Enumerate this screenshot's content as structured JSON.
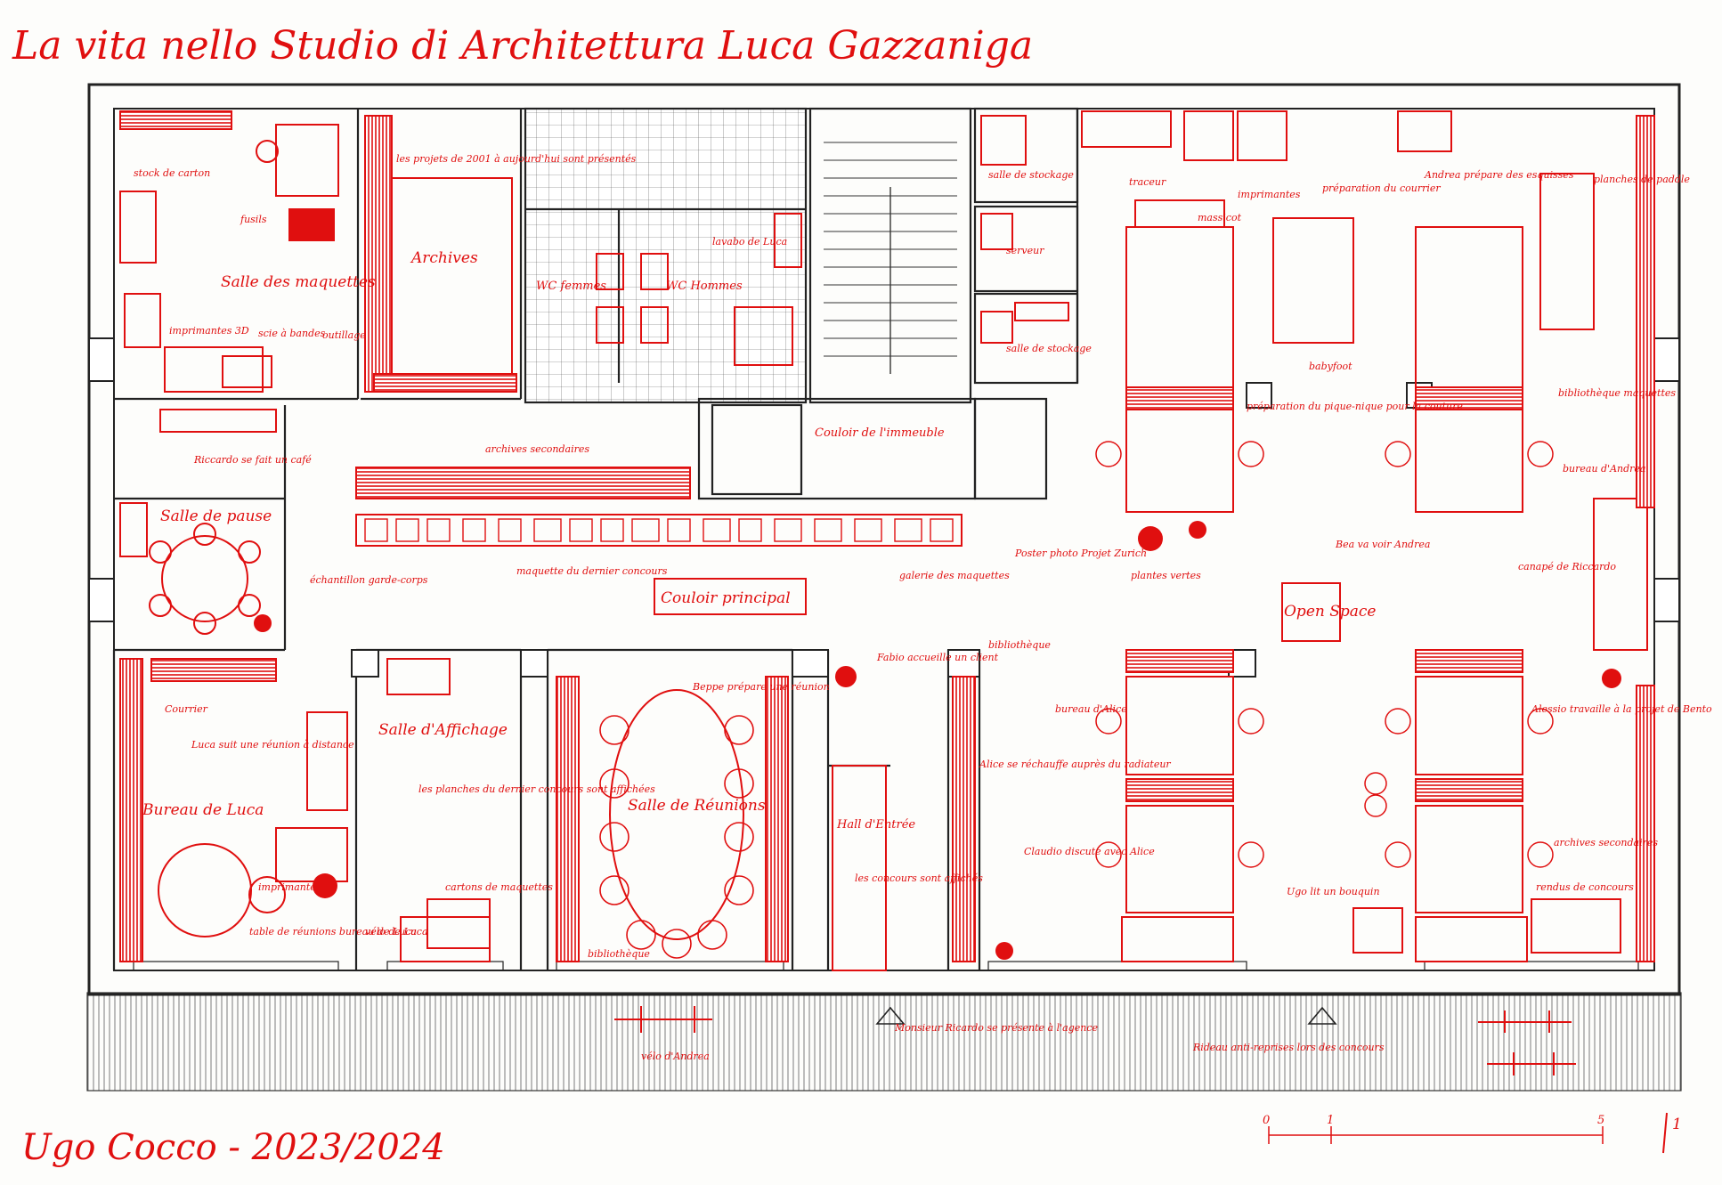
{
  "title": "La vita nello Studio di Architettura Luca Gazzaniga",
  "signature": "Ugo Cocco - 2023/2024",
  "scale_bar": {
    "ticks": [
      "0",
      "1",
      "5"
    ]
  },
  "north_arrow": "1",
  "colors": {
    "ink": "#e00f0f",
    "line": "#2a2a2a",
    "paper": "#fdfdfb"
  },
  "rooms": {
    "salle_maquettes": "Salle des maquettes",
    "archives": "Archives",
    "wc_femmes": "WC femmes",
    "wc_hommes": "WC Hommes",
    "couloir_immeuble": "Couloir de l'immeuble",
    "salle_pause": "Salle de pause",
    "couloir_principal": "Couloir principal",
    "salle_affichage": "Salle d'Affichage",
    "bureau_luca": "Bureau de Luca",
    "salle_reunions": "Salle de Réunions",
    "hall_entree": "Hall d'Entrée",
    "open_space": "Open Space",
    "salle_stockage_1": "salle de stockage",
    "serveur": "serveur",
    "salle_stockage_2": "salle de stockage"
  },
  "notes": {
    "stock_carton": "stock de carton",
    "fusils": "fusils",
    "projets_2001": "les projets de 2001 à aujourd'hui sont présentés",
    "imprimantes_3d": "imprimantes 3D",
    "scie_bande": "scie à bandes",
    "outillage": "outillage",
    "lavabo_luca": "lavabo de Luca",
    "riccardo_cafe": "Riccardo se fait un café",
    "archives_secondaires": "archives secondaires",
    "maquette_concours": "maquette du dernier concours",
    "echantillon": "échantillon garde-corps",
    "galerie": "galerie des maquettes",
    "traceur": "traceur",
    "imprimantes": "imprimantes",
    "massicot": "massicot",
    "preparation_courrier": "préparation du courrier",
    "andrea_esquisses": "Andrea prépare des esquisses",
    "planches_paddle": "planches de paddle",
    "babyfoot": "babyfoot",
    "preparation_pique_nique": "préparation du pique-nique pour la couture",
    "bibliotheque_maquettes": "bibliothèque maquettes",
    "bureau_andrea": "bureau d'Andrea",
    "poster_photo": "Poster photo Projet Zurich",
    "plantes_vertes": "plantes vertes",
    "bea": "Bea va voir Andrea",
    "canape": "canapé de Riccardo",
    "courrier": "Courrier",
    "luca_reunion": "Luca suit une réunion à distance",
    "imprimante": "imprimante",
    "table_reunions": "table de réunions bureau de Luca",
    "planches_concours": "les planches du dernier concours sont affichées",
    "velo_luca": "vélo de Luca",
    "cartons_maquettes": "cartons de maquettes",
    "beppe": "Beppe prépare une réunion",
    "bibliotheque_1": "bibliothèque",
    "fabio": "Fabio accueille un client",
    "concours_affiches": "les concours sont affichés",
    "bibliotheque_2": "bibliothèque",
    "alice_radiateur": "Alice se réchauffe auprès du radiateur",
    "bureau_alice": "bureau d'Alice",
    "claudio": "Claudio discute avec Alice",
    "ugo": "Ugo lit un bouquin",
    "alessio": "Alessio travaille à la projet de Bento",
    "archives_secondaires_2": "archives secondaires",
    "rendus": "rendus de concours",
    "velo_andrea": "vélo d'Andrea",
    "monsieur_ricardo": "Monsieur Ricardo se présente à l'agence",
    "rideau": "Rideau anti-reprises lors des concours"
  }
}
